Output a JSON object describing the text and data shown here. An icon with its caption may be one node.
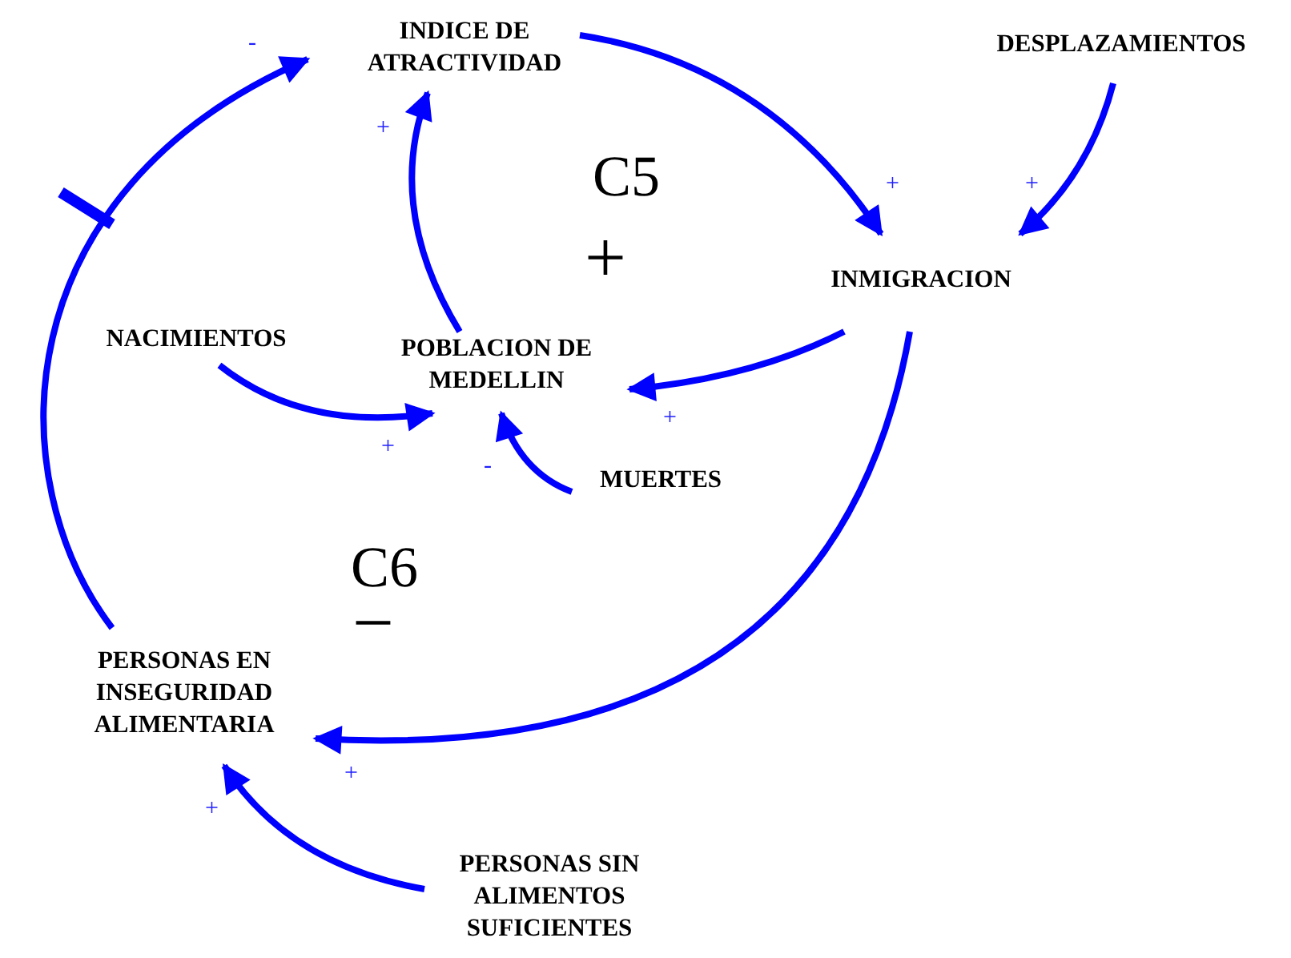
{
  "diagram": {
    "nodes": [
      {
        "text": [
          "INDICE DE ATRACTIVIDAD"
        ]
      },
      {
        "text": [
          "DESPLAZAMIENTOS"
        ]
      },
      {
        "text": [
          "INMIGRACION"
        ]
      },
      {
        "text": [
          "NACIMIENTOS"
        ]
      },
      {
        "text": [
          "POBLACION DE MEDELLIN"
        ]
      },
      {
        "text": [
          "MUERTES"
        ]
      },
      {
        "text": [
          "PERSONAS EN INSEGURIDAD ALIMENTARIA"
        ]
      },
      {
        "text": [
          "PERSONAS SIN ALIMENTOS SUFICIENTES"
        ]
      }
    ],
    "edges": [
      {
        "from": 0,
        "to": 2,
        "arrow": "to",
        "label": "+"
      },
      {
        "from": 1,
        "to": 2,
        "arrow": "to",
        "label": "+"
      },
      {
        "from": 2,
        "to": 4,
        "arrow": "to",
        "label": "+"
      },
      {
        "from": 3,
        "to": 4,
        "arrow": "to",
        "label": "+"
      },
      {
        "from": 5,
        "to": 4,
        "arrow": "to",
        "label": "-"
      },
      {
        "from": 4,
        "to": 0,
        "arrow": "to",
        "label": "+"
      },
      {
        "from": 2,
        "to": 6,
        "arrow": "to",
        "label": "+"
      },
      {
        "from": 7,
        "to": 6,
        "arrow": "to",
        "label": "+"
      },
      {
        "from": 6,
        "to": 0,
        "arrow": "to",
        "label": "-"
      }
    ],
    "labels": [
      "C5",
      "+",
      "C6",
      "−"
    ]
  }
}
